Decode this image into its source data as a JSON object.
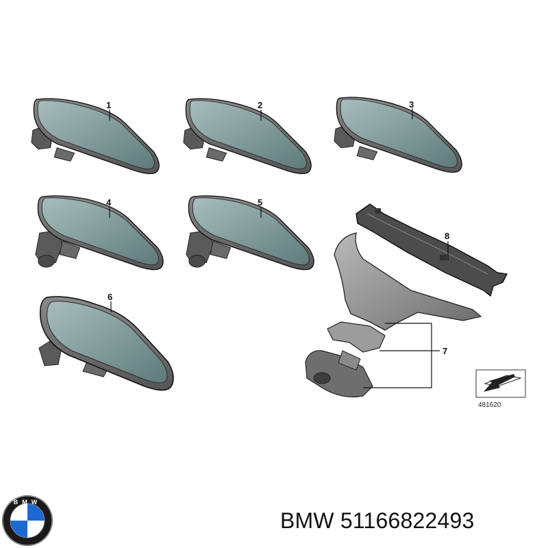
{
  "callouts": [
    "1",
    "2",
    "3",
    "4",
    "5",
    "6",
    "7",
    "8"
  ],
  "reference_number": "481620",
  "caption": {
    "brand": "BMW",
    "part_number": "51166822493"
  },
  "logo": {
    "text": "BMW",
    "colors": {
      "blue": "#1c69d4",
      "ring": "#1a1a1a",
      "white": "#ffffff"
    }
  }
}
